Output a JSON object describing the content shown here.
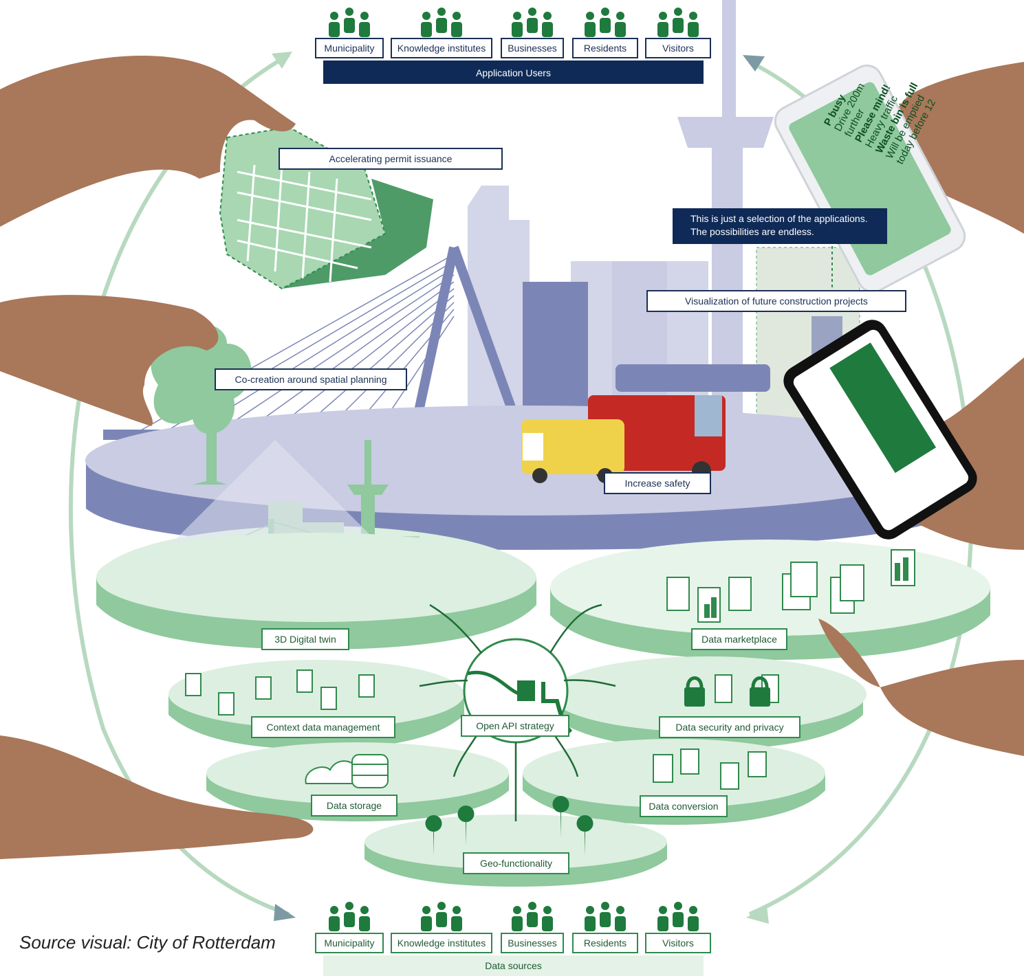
{
  "application_users": {
    "title": "Application Users",
    "groups": [
      "Municipality",
      "Knowledge institutes",
      "Businesses",
      "Residents",
      "Visitors"
    ]
  },
  "data_sources": {
    "title": "Data sources",
    "groups": [
      "Municipality",
      "Knowledge institutes",
      "Businesses",
      "Residents",
      "Visitors"
    ]
  },
  "applications": {
    "permits": "Accelerating permit issuance",
    "note_line1": "This is just a selection of the applications.",
    "note_line2": "The possibilities are endless.",
    "visualization": "Visualization of future construction projects",
    "cocreation": "Co-creation around spatial planning",
    "safety": "Increase safety"
  },
  "phone": {
    "line1": "P busy",
    "line2": "Drive 200m",
    "line3": "further",
    "line4": "Please mind!",
    "line5": "Heavy traffic",
    "line6": "Waste bin is full",
    "line7": "Will be emptied",
    "line8": "today before 12"
  },
  "platform": {
    "digital_twin": "3D Digital twin",
    "marketplace": "Data marketplace",
    "context": "Context data management",
    "api": "Open API strategy",
    "security": "Data security and privacy",
    "storage": "Data storage",
    "conversion": "Data conversion",
    "geo": "Geo-functionality"
  },
  "source": "Source visual: City of Rotterdam",
  "colors": {
    "navy": "#0f2a57",
    "city_lavender": "#c9cce3",
    "city_blue": "#7c86b6",
    "platform_green": "#8fc99d",
    "dark_green": "#2f8a4c"
  }
}
